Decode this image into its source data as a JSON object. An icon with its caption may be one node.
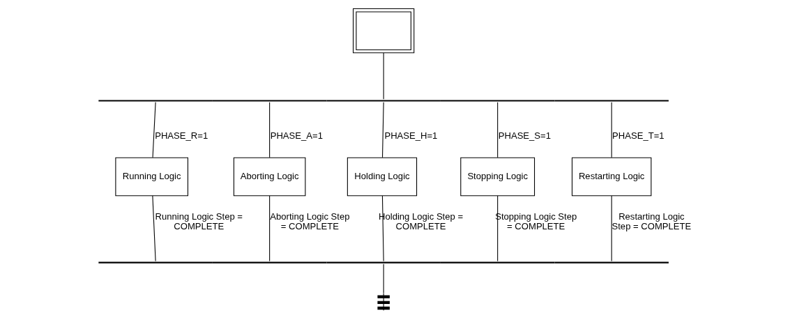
{
  "diagram": {
    "nodes": [
      {
        "text": [],
        "shape": "box"
      },
      {
        "text": [],
        "shape": "bar"
      },
      {
        "text": [
          "Running Logic"
        ]
      },
      {
        "text": [
          "Aborting Logic"
        ]
      },
      {
        "text": [
          "Holding Logic"
        ]
      },
      {
        "text": [
          "Stopping Logic"
        ]
      },
      {
        "text": [
          "Restarting Logic"
        ]
      },
      {
        "text": [],
        "shape": "bar"
      }
    ],
    "edges": [
      {
        "from": 0,
        "to": 1,
        "arrow": "none"
      },
      {
        "from": 1,
        "to": 2,
        "arrow": "none",
        "label": "PHASE_R=1"
      },
      {
        "from": 1,
        "to": 3,
        "arrow": "none",
        "label": "PHASE_A=1"
      },
      {
        "from": 1,
        "to": 4,
        "arrow": "none",
        "label": "PHASE_H=1"
      },
      {
        "from": 1,
        "to": 5,
        "arrow": "none",
        "label": "PHASE_S=1"
      },
      {
        "from": 1,
        "to": 6,
        "arrow": "none",
        "label": "PHASE_T=1"
      },
      {
        "from": 2,
        "to": 7,
        "arrow": "none",
        "label": "Running Logic Step = COMPLETE"
      },
      {
        "from": 3,
        "to": 7,
        "arrow": "none",
        "label": "Aborting Logic Step = COMPLETE"
      },
      {
        "from": 4,
        "to": 7,
        "arrow": "none",
        "label": "Holding Logic Step = COMPLETE"
      },
      {
        "from": 5,
        "to": 7,
        "arrow": "none",
        "label": "Stopping Logic Step = COMPLETE"
      },
      {
        "from": 6,
        "to": 7,
        "arrow": "none",
        "label": "Restarting Logic Step = COMPLETE"
      },
      {
        "from": 7,
        "to": null,
        "arrow": "other"
      }
    ]
  }
}
